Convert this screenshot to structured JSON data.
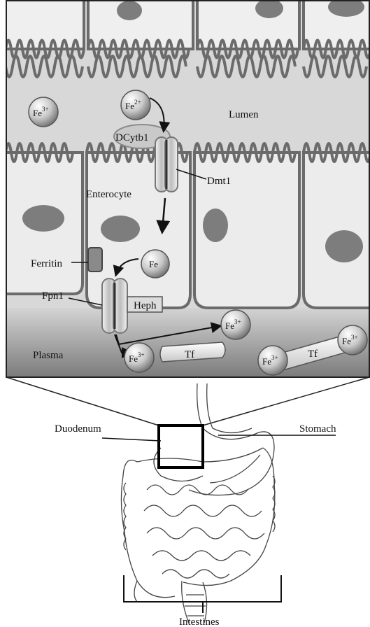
{
  "labels": {
    "lumen": "Lumen",
    "enterocyte": "Enterocyte",
    "plasma": "Plasma",
    "dcytb1": "DCytb1",
    "dmt1": "Dmt1",
    "ferritin": "Ferritin",
    "fpn1": "Fpn1",
    "heph": "Heph",
    "fe": "Fe",
    "tf1": "Tf",
    "tf2": "Tf",
    "duodenum": "Duodenum",
    "stomach": "Stomach",
    "intestines": "Intestines"
  },
  "ions": {
    "lumen_fe3": {
      "base": "Fe",
      "charge": "3+"
    },
    "lumen_fe2": {
      "base": "Fe",
      "charge": "2+"
    },
    "plasma_fe3_a": {
      "base": "Fe",
      "charge": "3+"
    },
    "plasma_fe3_b": {
      "base": "Fe",
      "charge": "3+"
    },
    "tf_fe3_left": {
      "base": "Fe",
      "charge": "3+"
    },
    "tf_fe3_right": {
      "base": "Fe",
      "charge": "3+"
    }
  },
  "colors": {
    "cell_fill": "#ececec",
    "lumen_fill": "#d9d9d9",
    "membrane": "#6b6b6b",
    "nucleus": "#7d7d7d",
    "plasma_top": "#c8c8c8",
    "plasma_bottom": "#7a7a7a"
  }
}
